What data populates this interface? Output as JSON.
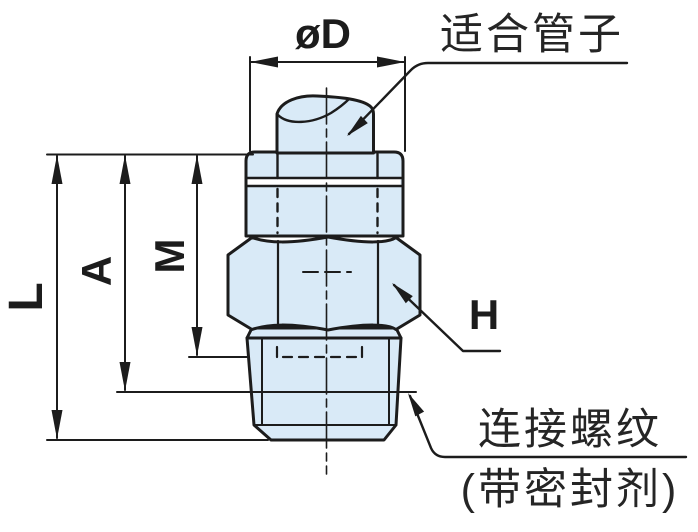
{
  "colors": {
    "part_fill": "#d9eaf7",
    "line": "#1c1c1c",
    "background": "#ffffff"
  },
  "labels": {
    "tube_diameter": "øD",
    "overall_length": "L",
    "length_a": "A",
    "thread_length_m": "M",
    "hex_width": "H",
    "tube_note": "适合管子",
    "thread_note": "连接螺纹",
    "thread_note_sub": "(带密封剂)"
  }
}
